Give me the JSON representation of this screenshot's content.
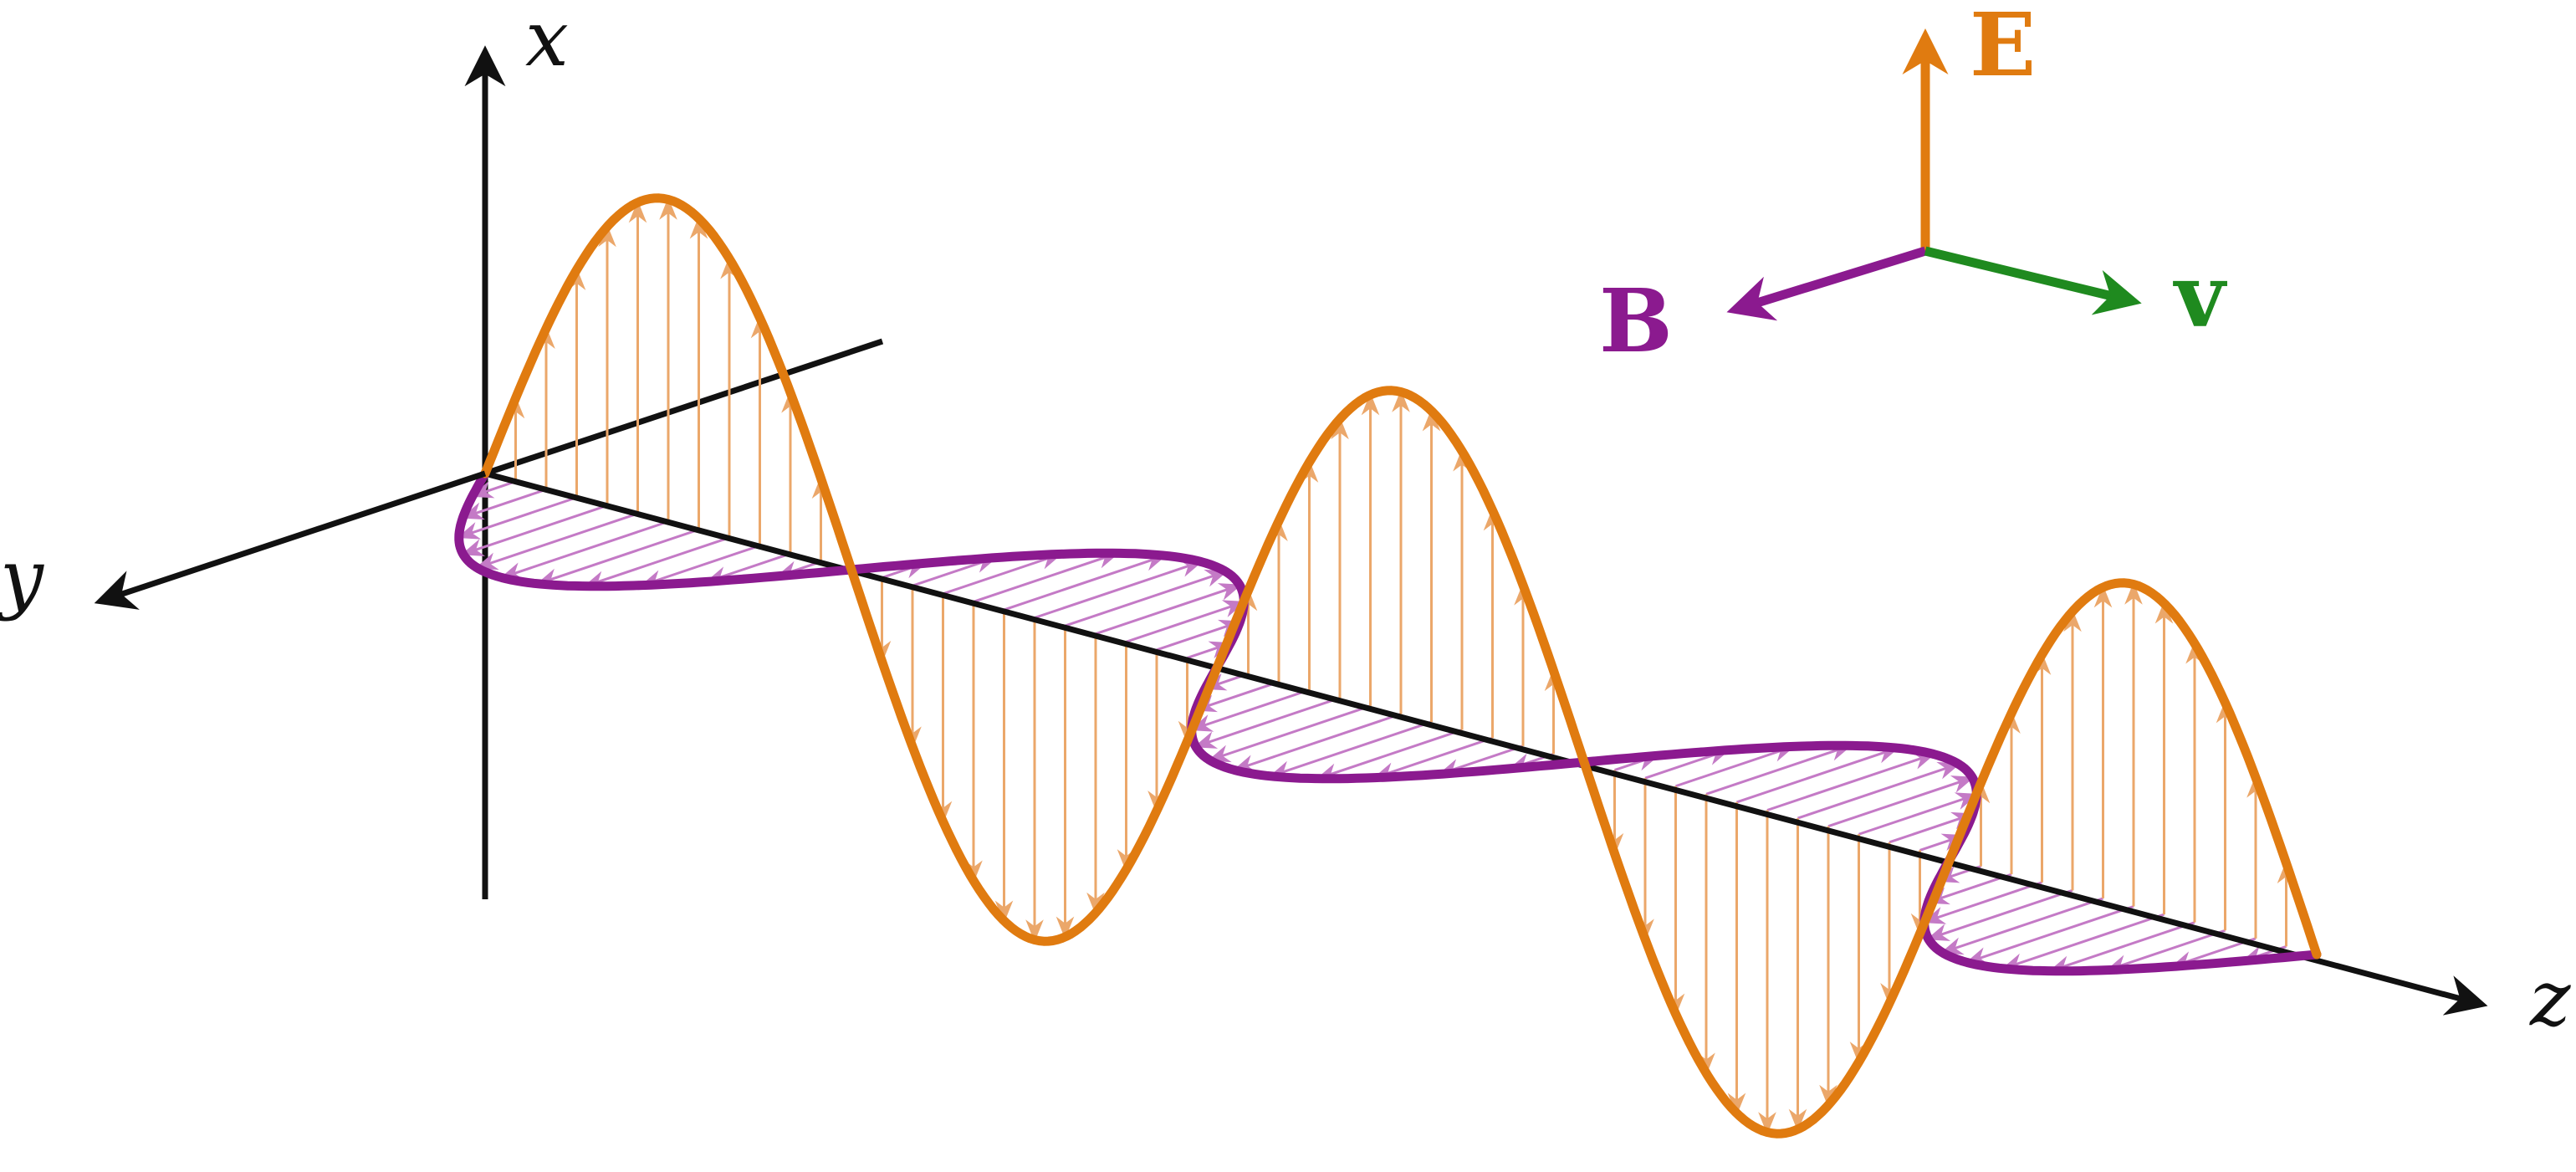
{
  "axes": {
    "x_label": "x",
    "y_label": "y",
    "z_label": "z"
  },
  "legend": {
    "e_label": "E",
    "b_label": "B",
    "v_label": "v"
  },
  "colors": {
    "axis": "#111111",
    "e_field": "#e07b10",
    "e_field_light": "#eba76a",
    "b_field": "#8b1a8f",
    "b_field_light": "#c47ac6",
    "velocity": "#1f8a1f"
  },
  "wave": {
    "cycles": 2.5,
    "e_field_direction": "x",
    "b_field_direction": "y",
    "propagation_direction": "z"
  }
}
